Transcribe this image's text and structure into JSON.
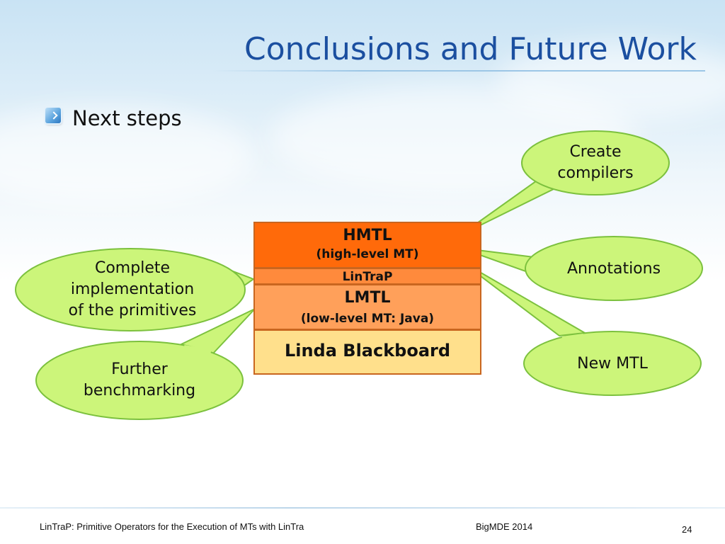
{
  "slide": {
    "title": "Conclusions and Future Work",
    "bullet": "Next steps"
  },
  "stack": {
    "hmtl": {
      "name": "HMTL",
      "desc": "(high-level MT)"
    },
    "lintrap": "LinTraP",
    "lmtl": {
      "name": "LMTL",
      "desc": "(low-level MT: Java)"
    },
    "linda": "Linda Blackboard"
  },
  "callouts": {
    "create_compilers": {
      "line1": "Create",
      "line2": "compilers"
    },
    "annotations": "Annotations",
    "new_mtl": "New MTL",
    "complete_impl": {
      "line1": "Complete",
      "line2": "implementation",
      "line3": "of the primitives"
    },
    "further_bench": {
      "line1": "Further",
      "line2": "benchmarking"
    }
  },
  "footer": {
    "left": "LinTraP: Primitive Operators for the Execution of MTs with LinTra",
    "center": "BigMDE 2014",
    "page": "24"
  },
  "colors": {
    "title": "#1b4fa0",
    "bubble_fill": "#ccf57a",
    "bubble_stroke": "#7cc13e",
    "hmtl_layer": "#ff6a0a",
    "lintrap_layer": "#ff8a3c",
    "lmtl_layer": "#ffa05a",
    "linda_layer": "#ffe08c"
  },
  "icons": {
    "bullet": "arrow-square-icon"
  }
}
